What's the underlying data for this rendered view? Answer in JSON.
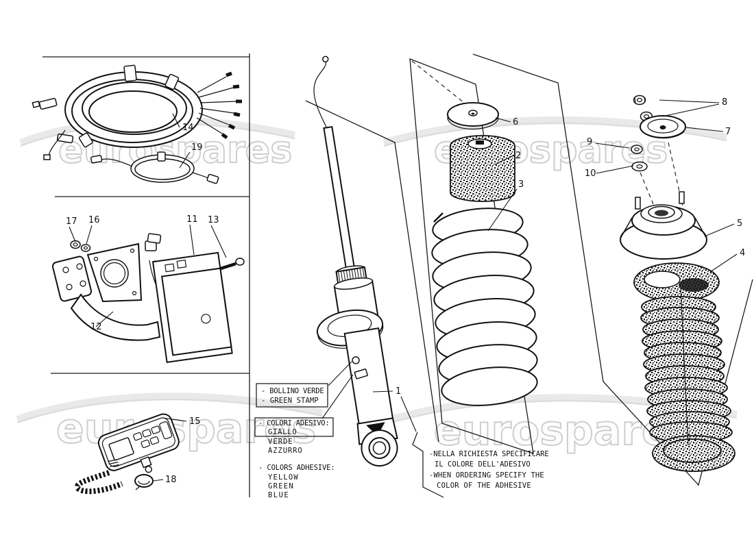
{
  "watermark": {
    "text": "eurospares"
  },
  "part_labels": {
    "1": "1",
    "2": "2",
    "3": "3",
    "4": "4",
    "5": "5",
    "6": "6",
    "7": "7",
    "8": "8",
    "9": "9",
    "10": "10",
    "11": "11",
    "12": "12",
    "13": "13",
    "14": "14",
    "15": "15",
    "16": "16",
    "17": "17",
    "18": "18",
    "19": "19"
  },
  "notes": {
    "stamp_box": [
      "- BOLLINO VERDE",
      "- GREEN STAMP"
    ],
    "adhesive_it": [
      "- COLORI ADESIVO:",
      "GIALLO",
      "VERDE",
      "AZZURRO"
    ],
    "adhesive_en": [
      "- COLORS ADHESIVE:",
      "YELLOW",
      "GREEN",
      "BLUE"
    ],
    "ordering": [
      "-NELLA RICHIESTA SPECIFICARE",
      "IL COLORE DELL'ADESIVO",
      "-WHEN ORDERING SPECIFY THE",
      "COLOR OF THE ADHESIVE"
    ]
  }
}
